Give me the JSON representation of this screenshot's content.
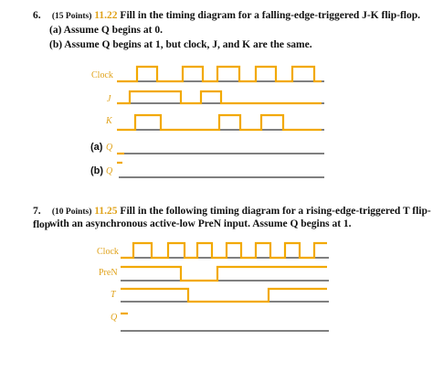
{
  "problem6": {
    "number": "6.",
    "points": "(15 Points)",
    "ref": "11.22",
    "text": "Fill in the timing diagram for a falling-edge-triggered J-K flip-flop.",
    "part_a": "(a) Assume Q begins at 0.",
    "part_b": "(b) Assume Q begins at 1, but clock, J, and K are the same.",
    "signals": [
      "Clock",
      "J",
      "K",
      "Q",
      "Q"
    ],
    "part_labels": [
      "(a)",
      "(b)"
    ]
  },
  "problem7": {
    "number": "7.",
    "points": "(10 Points)",
    "ref": "11.25",
    "text": "Fill in the following timing diagram for a rising-edge-triggered T flip-flop",
    "text2": "with an asynchronous active-low PreN input. Assume Q begins at 1.",
    "signals": [
      "Clock",
      "PreN",
      "T",
      "Q"
    ]
  },
  "colors": {
    "waveform": "#f2a900",
    "axis": "#000000",
    "label": "#e0a21a"
  }
}
